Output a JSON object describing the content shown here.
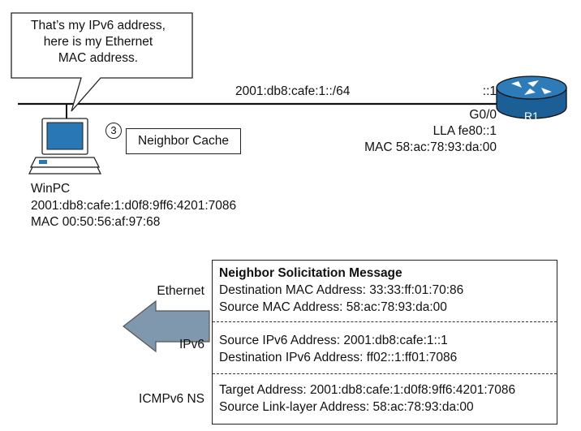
{
  "pc": {
    "speech": [
      "That’s my IPv6 address,",
      "here is my Ethernet",
      "MAC address."
    ],
    "name": "WinPC",
    "ipv6": "2001:db8:cafe:1:d0f8:9ff6:4201:7086",
    "mac": "MAC  00:50:56:af:97:68"
  },
  "network": {
    "prefix": "2001:db8:cafe:1::/64"
  },
  "router": {
    "name": "R1",
    "host_id": "::1",
    "interface": "G0/0",
    "lla": "LLA fe80::1",
    "mac": "MAC 58:ac:78:93:da:00"
  },
  "step": {
    "number": "3",
    "label": "Neighbor Cache"
  },
  "packet": {
    "title": "Neighbor Solicitation Message",
    "layers": [
      {
        "name": "Ethernet",
        "lines": [
          "Destination MAC Address: 33:33:ff:01:70:86",
          "Source MAC Address: 58:ac:78:93:da:00"
        ]
      },
      {
        "name": "IPv6",
        "lines": [
          "Source IPv6 Address: 2001:db8:cafe:1::1",
          "Destination IPv6 Address: ff02::1:ff01:7086"
        ]
      },
      {
        "name": "ICMPv6 NS",
        "lines": [
          "Target Address: 2001:db8:cafe:1:d0f8:9ff6:4201:7086",
          "Source Link-layer Address: 58:ac:78:93:da:00"
        ]
      }
    ]
  },
  "colors": {
    "arrow_fill": "#7f98ad",
    "router_top": "#2d7bb8",
    "router_side": "#1b5f96",
    "pc_screen": "#2a77b5"
  }
}
